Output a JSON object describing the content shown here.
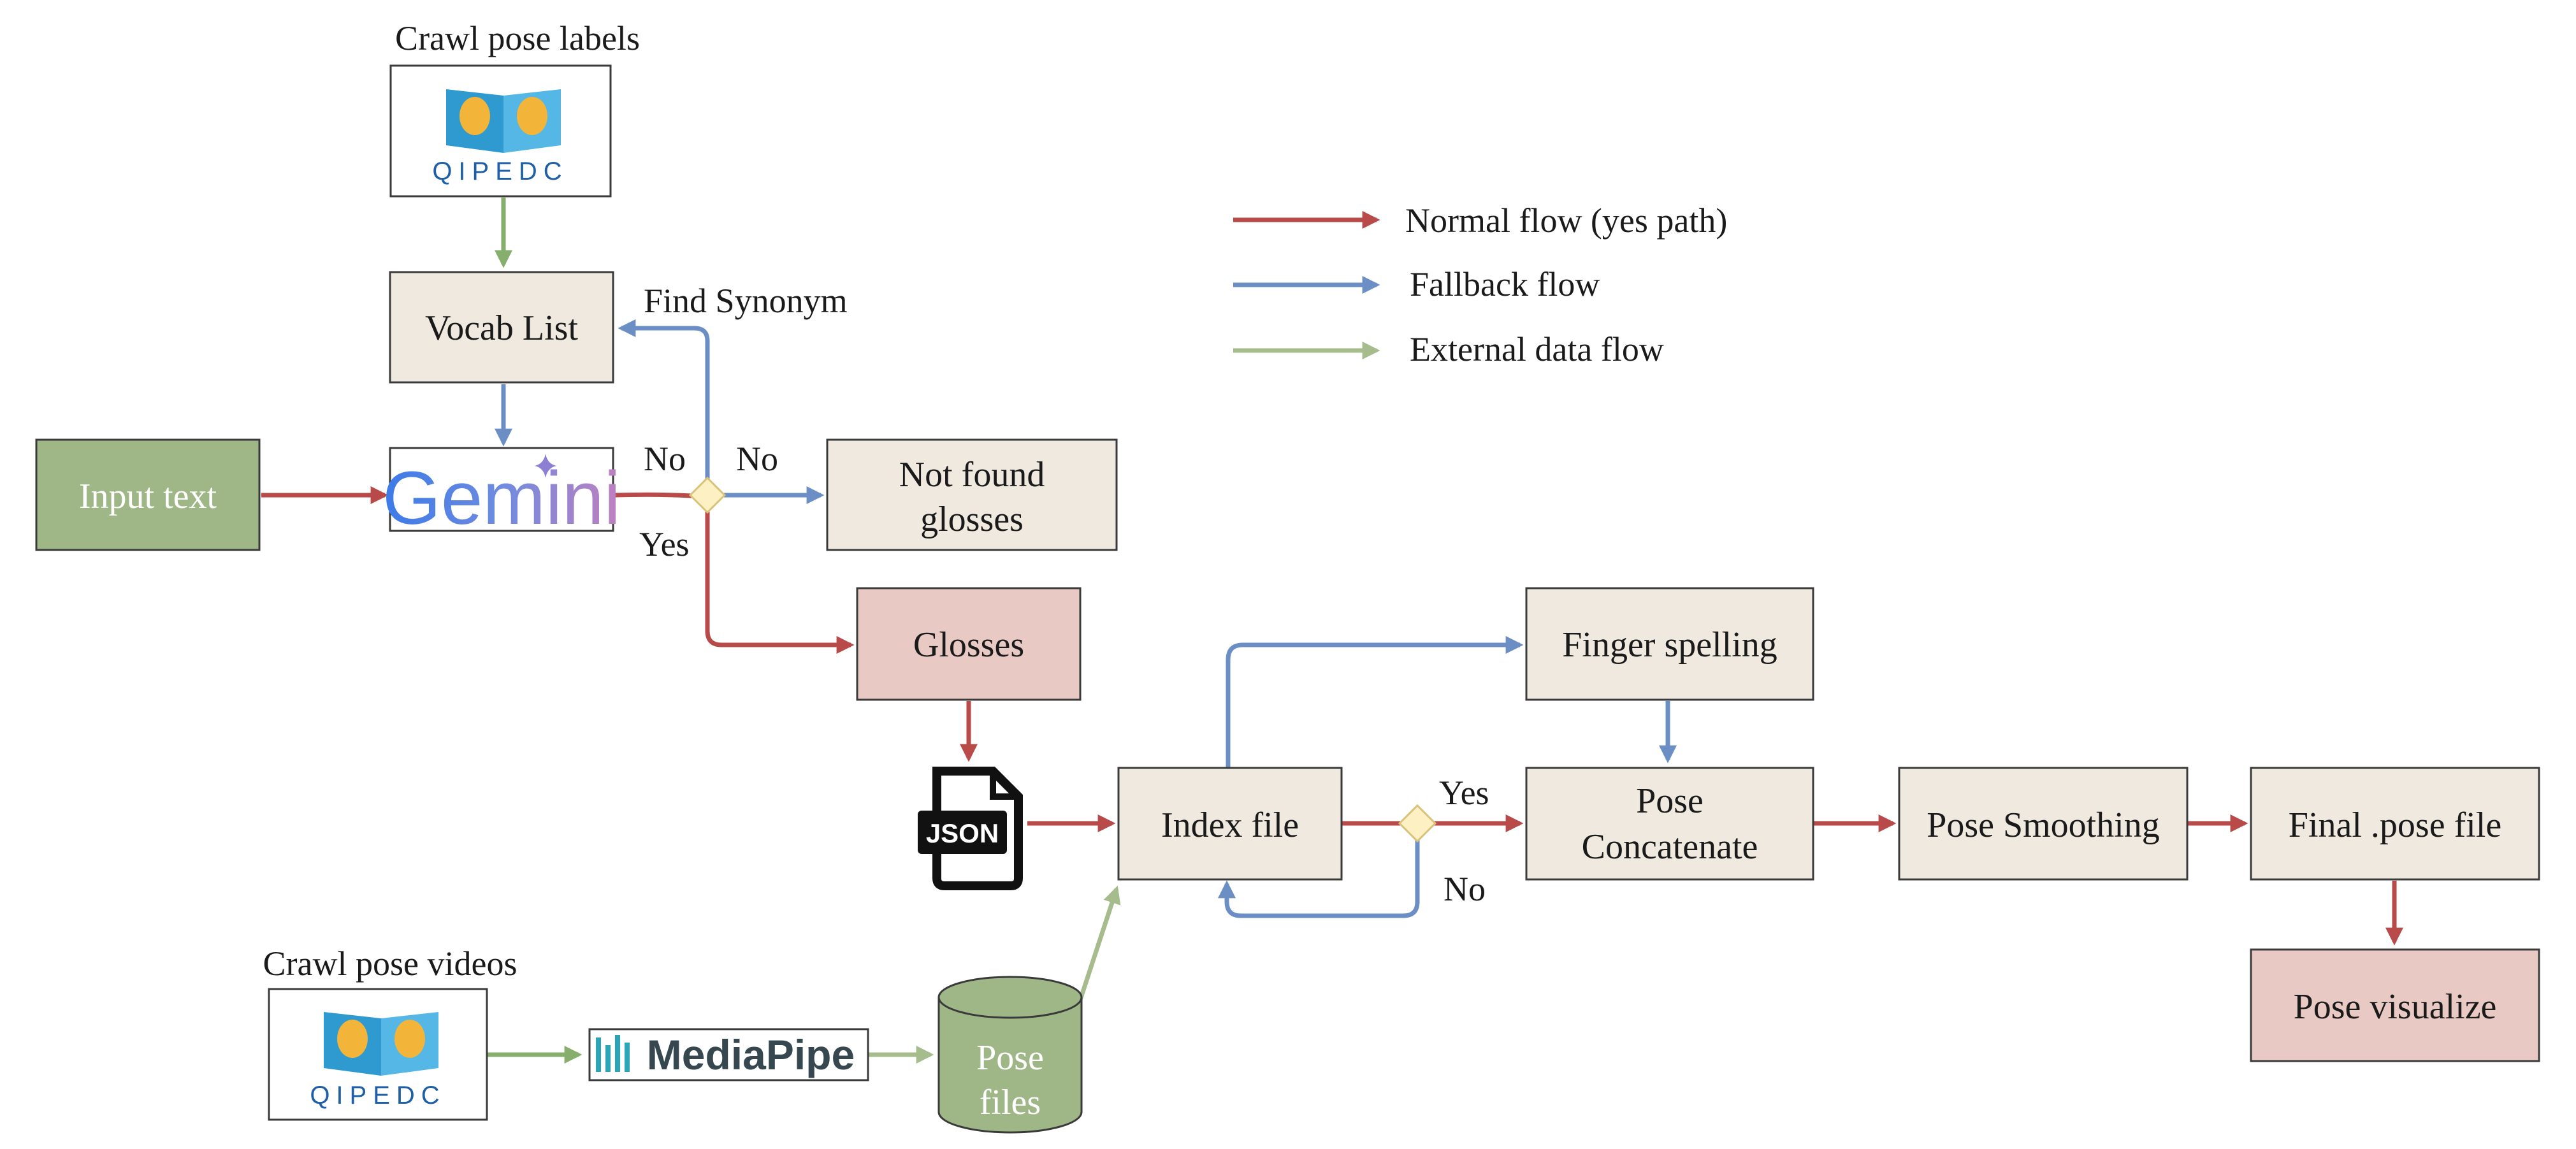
{
  "nodes": {
    "input_text": "Input text",
    "vocab_list": "Vocab List",
    "not_found_line1": "Not found",
    "not_found_line2": "glosses",
    "glosses": "Glosses",
    "index_file": "Index file",
    "finger_spelling": "Finger spelling",
    "pose_concat_line1": "Pose",
    "pose_concat_line2": "Concatenate",
    "pose_smoothing": "Pose Smoothing",
    "final_pose_file": "Final .pose file",
    "pose_visualize": "Pose visualize",
    "pose_files_line1": "Pose",
    "pose_files_line2": "files"
  },
  "labels": {
    "crawl_pose_labels": "Crawl pose labels",
    "crawl_pose_videos": "Crawl pose videos",
    "find_synonym": "Find Synonym",
    "no_left": "No",
    "no_right": "No",
    "yes_below": "Yes",
    "yes_index": "Yes",
    "no_index": "No"
  },
  "logos": {
    "qipedc": "QIPEDC",
    "gemini": "Gemini",
    "mediapipe": "MediaPipe",
    "json": "JSON"
  },
  "legend": {
    "normal": "Normal  flow (yes path)",
    "fallback": "Fallback flow",
    "external": "External data flow"
  },
  "colors": {
    "normal_flow": "#b94a4a",
    "fallback_flow": "#6b8fc4",
    "external_flow": "#86ae6c"
  }
}
